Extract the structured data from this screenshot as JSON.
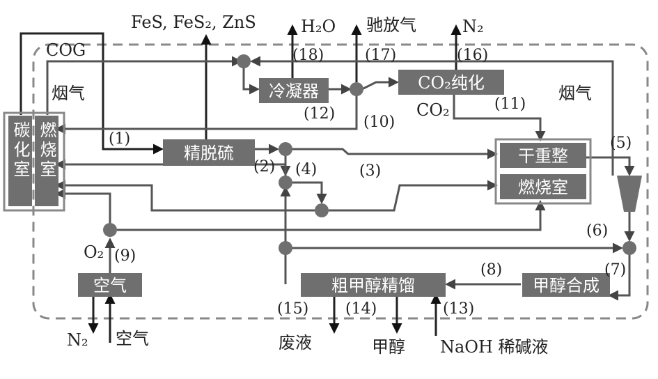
{
  "units": {
    "carbonization_chamber": "碳化室",
    "combustion_chamber_left": "燃烧室",
    "fine_desulfurization": "精脱硫",
    "condenser": "冷凝器",
    "co2_purification": "CO₂纯化",
    "dry_reforming": "干重整",
    "combustion_chamber_right": "燃烧室",
    "air_separation": "空气",
    "crude_methanol_distillation": "粗甲醇精馏",
    "methanol_synthesis": "甲醇合成"
  },
  "stream_labels": {
    "cog": "COG",
    "flue_gas_left": "烟气",
    "flue_gas_right": "烟气",
    "sulfides": "FeS, FeS₂, ZnS",
    "h2o": "H₂O",
    "purge_gas": "驰放气",
    "n2_top": "N₂",
    "co2": "CO₂",
    "o2": "O₂",
    "n2_bottom": "N₂",
    "air_in": "空气",
    "waste_liquid": "废液",
    "methanol": "甲醇",
    "naoh": "NaOH 稀碱液"
  },
  "stream_numbers": [
    "(1)",
    "(2)",
    "(3)",
    "(4)",
    "(5)",
    "(6)",
    "(7)",
    "(8)",
    "(9)",
    "(10)",
    "(11)",
    "(12)",
    "(13)",
    "(14)",
    "(15)",
    "(16)",
    "(17)",
    "(18)"
  ],
  "colors": {
    "unit_fill": "#6f6f6f",
    "line": "#555555",
    "dark_line": "#222222",
    "boundary": "#888888"
  }
}
